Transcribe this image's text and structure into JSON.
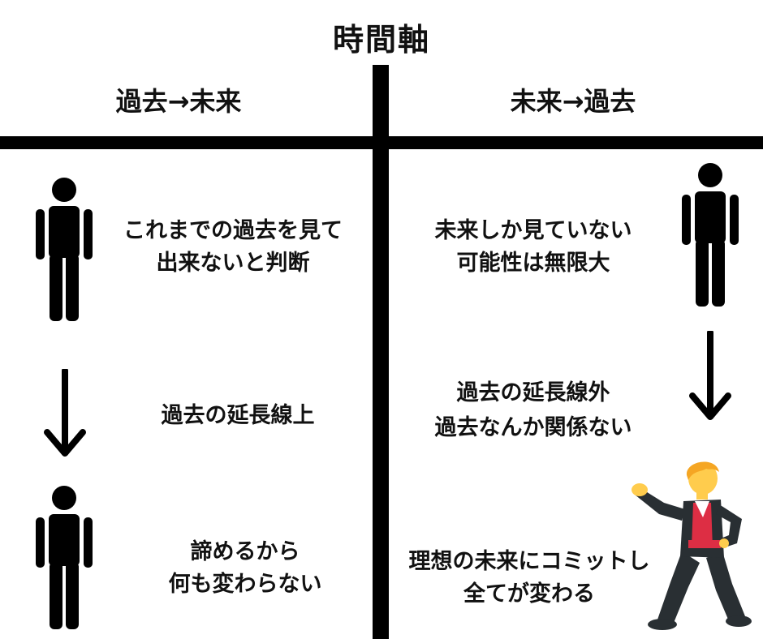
{
  "title": "時間軸",
  "columns": {
    "left": {
      "header": "過去→未来",
      "step1": {
        "line1": "これまでの過去を見て",
        "line2": "出来ないと判断"
      },
      "step2": {
        "line1": "過去の延長線上"
      },
      "step3": {
        "line1": "諦めるから",
        "line2": "何も変わらない"
      }
    },
    "right": {
      "header": "未来→過去",
      "step1": {
        "line1": "未来しか見ていない",
        "line2": "可能性は無限大"
      },
      "step2": {
        "line1": "過去の延長線外",
        "line2": "過去なんか関係ない"
      },
      "step3": {
        "line1": "理想の未来にコミットし",
        "line2": "全てが変わる"
      }
    }
  },
  "icons": {
    "person": "person-icon",
    "arrow": "arrow-down-icon",
    "dancer": "dancing-man-icon"
  },
  "colors": {
    "line": "#000000",
    "hair": "#f5a623",
    "skin": "#ffcc4d",
    "shirt": "#dd2e44",
    "suit": "#292f33"
  }
}
